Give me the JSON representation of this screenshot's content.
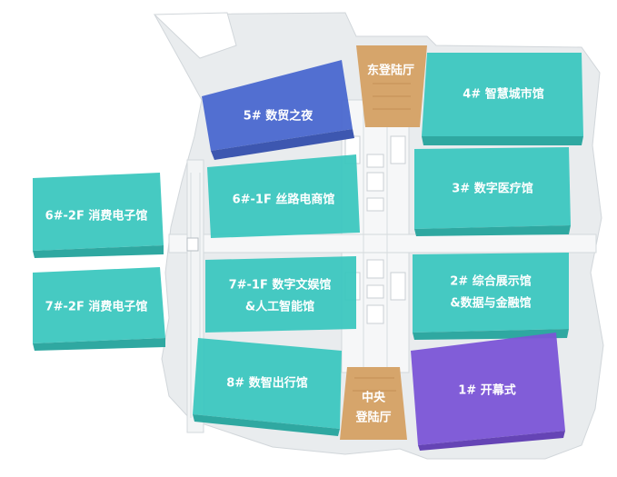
{
  "map": {
    "halls": [
      {
        "id": "hall-5",
        "lines": [
          "5# 数贸之夜"
        ],
        "color": "#4A68CF"
      },
      {
        "id": "hall-4",
        "lines": [
          "4# 智慧城市馆"
        ],
        "color": "#3CC7BF"
      },
      {
        "id": "hall-6-1f",
        "lines": [
          "6#-1F 丝路电商馆"
        ],
        "color": "#3CC7BF"
      },
      {
        "id": "hall-3",
        "lines": [
          "3# 数字医疗馆"
        ],
        "color": "#3CC7BF"
      },
      {
        "id": "hall-6-2f",
        "lines": [
          "6#-2F 消费电子馆"
        ],
        "color": "#3CC7BF"
      },
      {
        "id": "hall-7-1f",
        "lines": [
          "7#-1F 数字文娱馆",
          "&人工智能馆"
        ],
        "color": "#3CC7BF"
      },
      {
        "id": "hall-2",
        "lines": [
          "2# 综合展示馆",
          "&数据与金融馆"
        ],
        "color": "#3CC7BF"
      },
      {
        "id": "hall-7-2f",
        "lines": [
          "7#-2F 消费电子馆"
        ],
        "color": "#3CC7BF"
      },
      {
        "id": "hall-8",
        "lines": [
          "8# 数智出行馆"
        ],
        "color": "#3CC7BF"
      },
      {
        "id": "hall-1",
        "lines": [
          "1# 开幕式"
        ],
        "color": "#7B55D6"
      },
      {
        "id": "east-lobby",
        "lines": [
          "东登陆厅"
        ],
        "color": "#D6A56B"
      },
      {
        "id": "central-lobby",
        "lines": [
          "中央",
          "登陆厅"
        ],
        "color": "#D6A56B"
      }
    ]
  }
}
